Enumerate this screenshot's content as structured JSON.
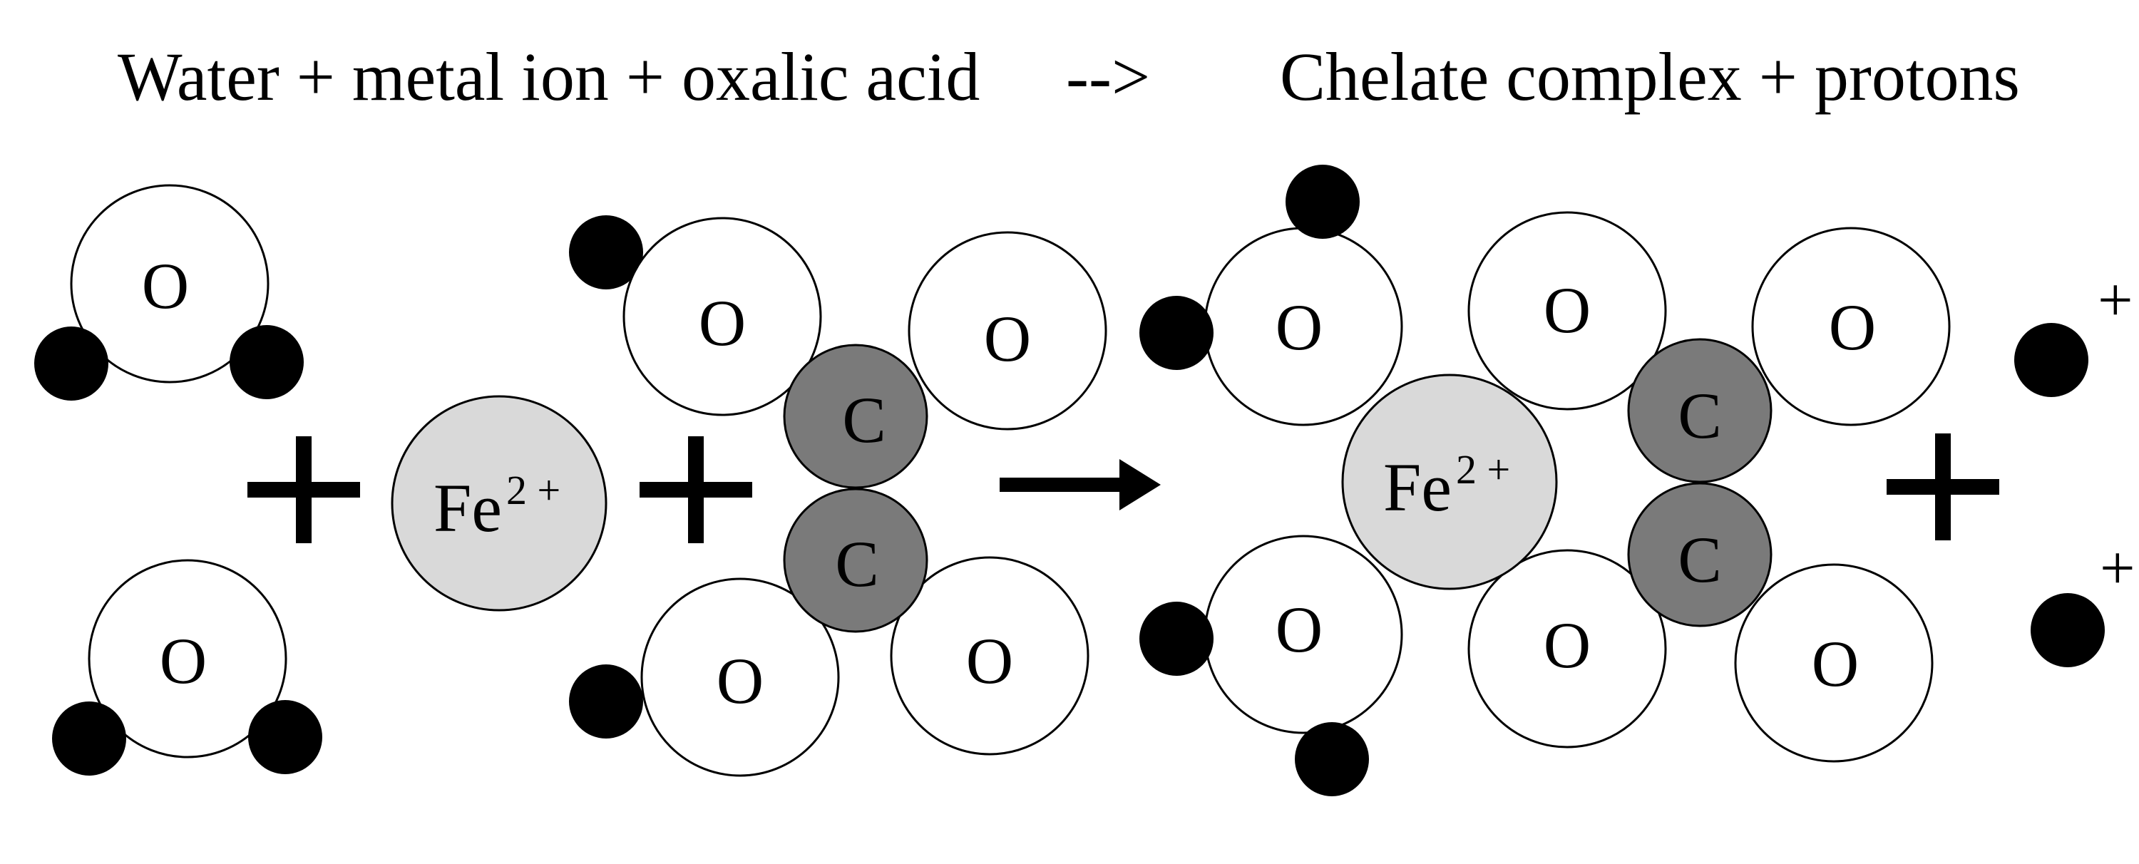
{
  "title": {
    "left": "Water + metal ion + oxalic acid",
    "arrow": "-->",
    "right": "Chelate complex + protons"
  },
  "labels": {
    "oxygen": "O",
    "carbon": "C",
    "iron": "Fe",
    "iron_charge": "2 +",
    "proton_charge": "+"
  },
  "colors": {
    "background": "#ffffff",
    "oxygen_fill": "#ffffff",
    "carbon_fill": "#7a7a7a",
    "iron_fill": "#d9d9d9",
    "hydrogen_fill": "#000000",
    "stroke": "#000000"
  },
  "symbols": {
    "plus_sign": "plus-icon",
    "reaction_arrow": "arrow-right-icon"
  }
}
